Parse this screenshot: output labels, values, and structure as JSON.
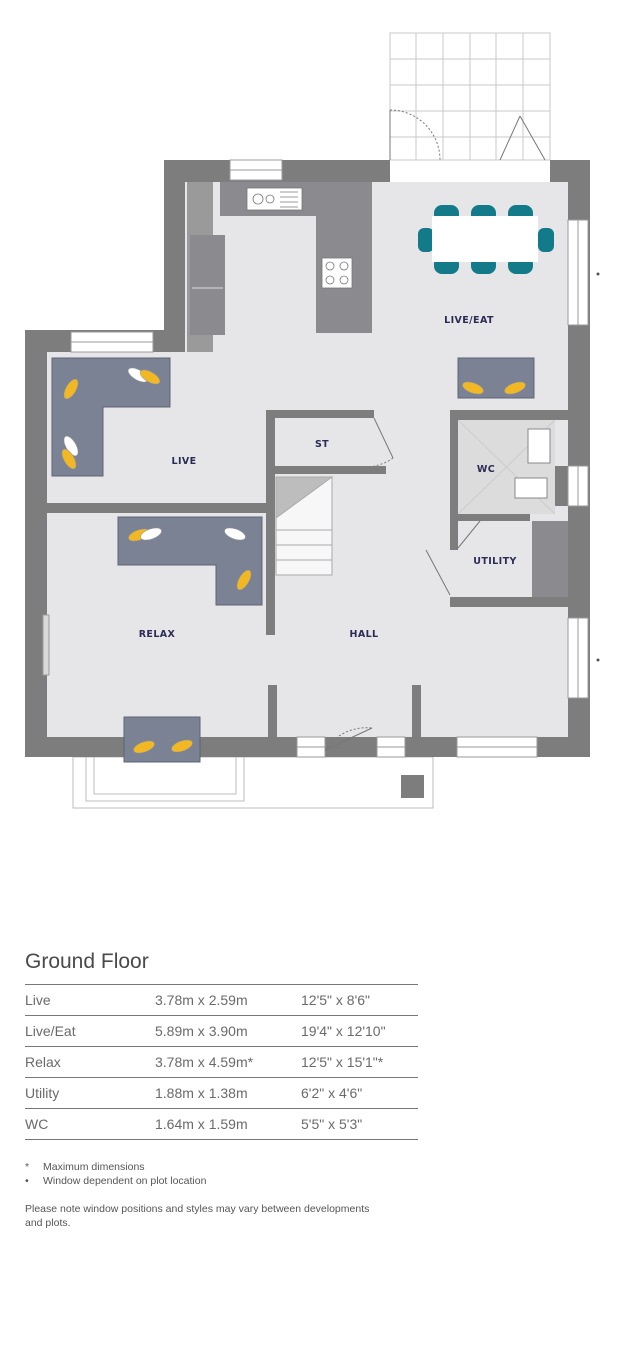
{
  "rooms": {
    "live_eat": "LIVE/EAT",
    "live": "LIVE",
    "st": "ST",
    "wc": "WC",
    "utility": "UTILITY",
    "relax": "RELAX",
    "hall": "HALL"
  },
  "floor_title": "Ground Floor",
  "dimensions": [
    {
      "room": "Live",
      "metric": "3.78m  x  2.59m",
      "imperial": "12'5\"  x  8'6\""
    },
    {
      "room": "Live/Eat",
      "metric": "5.89m  x  3.90m",
      "imperial": "19'4\"  x  12'10\""
    },
    {
      "room": "Relax",
      "metric": "3.78m  x  4.59m*",
      "imperial": "12'5\"  x  15'1\"*"
    },
    {
      "room": "Utility",
      "metric": "1.88m  x  1.38m",
      "imperial": "6'2\"  x  4'6\""
    },
    {
      "room": "WC",
      "metric": "1.64m  x  1.59m",
      "imperial": "5'5\"  x  5'3\""
    }
  ],
  "notes": [
    {
      "symbol": "*",
      "text": "Maximum dimensions"
    },
    {
      "symbol": "•",
      "text": "Window dependent on plot location"
    }
  ],
  "disclaimer": "Please note window positions and styles may vary between developments and plots.",
  "colors": {
    "wall": "#7d7d7d",
    "floor": "#e6e6e8",
    "furniture": "#7b8294",
    "worktop": "#8a8a8f",
    "chair": "#137a8a",
    "cushion": "#f2b824",
    "label": "#2b2b55"
  }
}
